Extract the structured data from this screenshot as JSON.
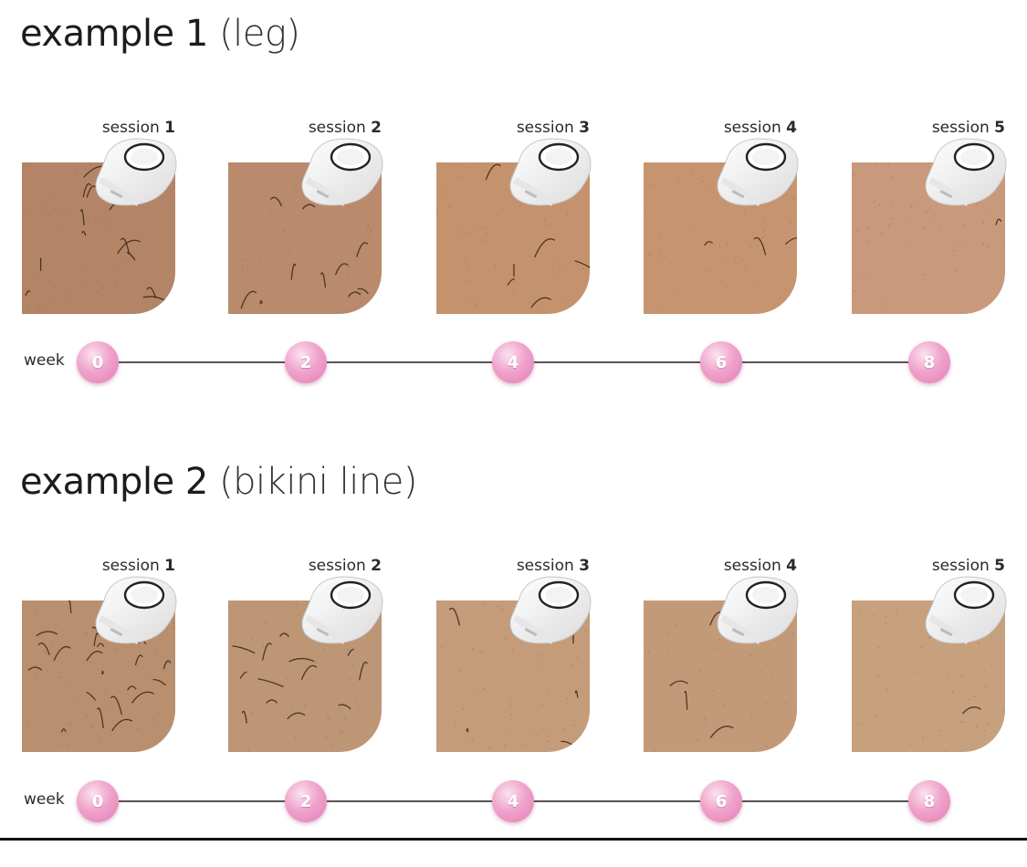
{
  "examples": [
    {
      "title_main": "example 1",
      "title_paren": "(leg)",
      "sessions": [
        {
          "prefix": "session",
          "number": "1"
        },
        {
          "prefix": "session",
          "number": "2"
        },
        {
          "prefix": "session",
          "number": "3"
        },
        {
          "prefix": "session",
          "number": "4"
        },
        {
          "prefix": "session",
          "number": "5"
        }
      ],
      "week_label": "week",
      "weeks": [
        "0",
        "2",
        "4",
        "6",
        "8"
      ],
      "skin_colors": [
        "#b48466",
        "#b98a6b",
        "#c4936d",
        "#c69570",
        "#c8997a"
      ],
      "hair_density": [
        0.55,
        0.35,
        0.2,
        0.1,
        0.05
      ]
    },
    {
      "title_main": "example 2",
      "title_paren": "(bikini line)",
      "sessions": [
        {
          "prefix": "session",
          "number": "1"
        },
        {
          "prefix": "session",
          "number": "2"
        },
        {
          "prefix": "session",
          "number": "3"
        },
        {
          "prefix": "session",
          "number": "4"
        },
        {
          "prefix": "session",
          "number": "5"
        }
      ],
      "week_label": "week",
      "weeks": [
        "0",
        "2",
        "4",
        "6",
        "8"
      ],
      "skin_colors": [
        "#b8906f",
        "#bd9676",
        "#c49c79",
        "#c39a78",
        "#c7a07e"
      ],
      "hair_density": [
        1.0,
        0.5,
        0.2,
        0.15,
        0.08
      ]
    }
  ],
  "colors": {
    "marker_pink": "#e890c0",
    "timeline_line": "#555555",
    "device_white": "#f7f7f7"
  }
}
